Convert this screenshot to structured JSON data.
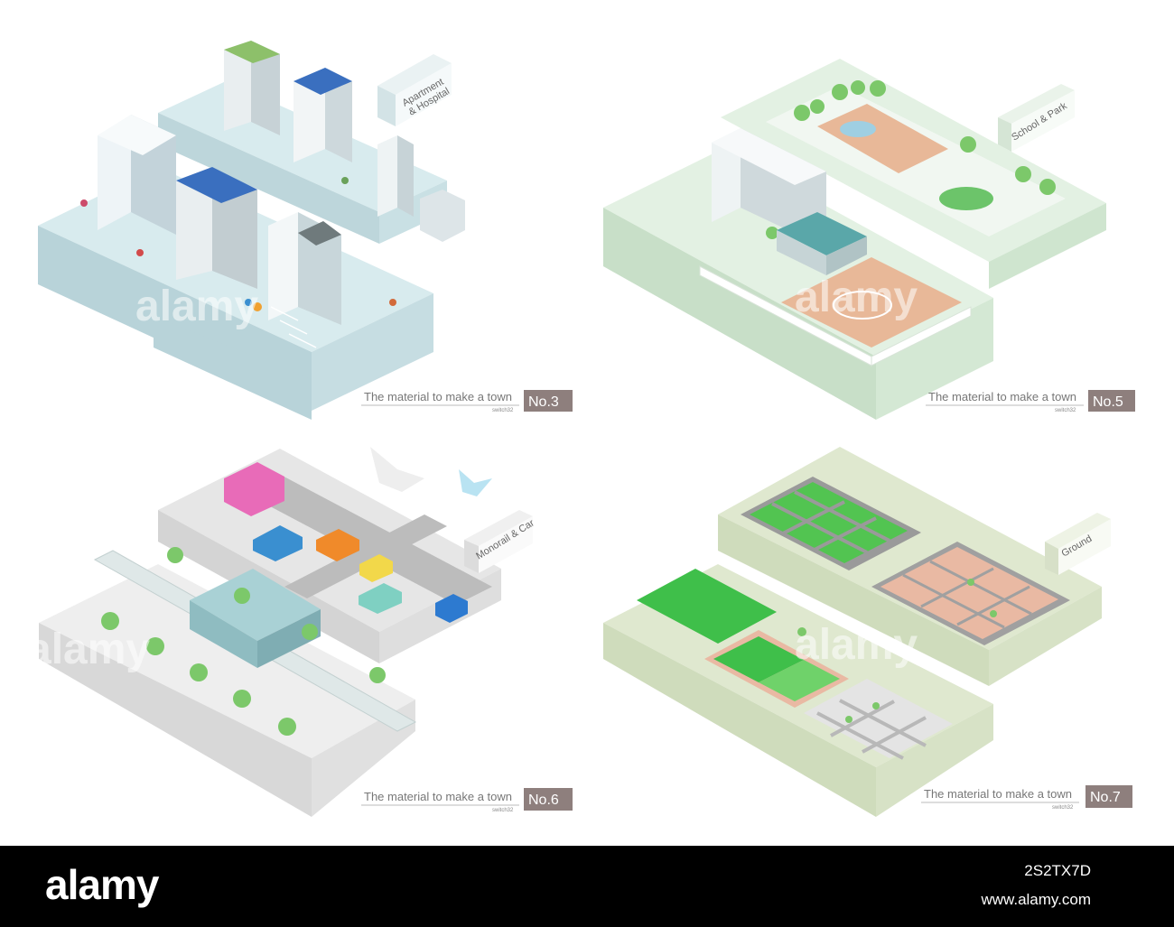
{
  "panels": [
    {
      "label_lines": [
        "Apartment",
        "& Hospital"
      ],
      "caption": "The material to make a town",
      "credit": "switch32",
      "badge": "No.3"
    },
    {
      "label_lines": [
        "School & Park"
      ],
      "caption": "The material to make a town",
      "credit": "switch32",
      "badge": "No.5"
    },
    {
      "label_lines": [
        "Monorail & Car"
      ],
      "caption": "The material to make a town",
      "credit": "switch32",
      "badge": "No.6"
    },
    {
      "label_lines": [
        "Ground"
      ],
      "caption": "The material to make a town",
      "credit": "switch32",
      "badge": "No.7"
    }
  ],
  "watermark": "alamy",
  "footer": {
    "logo": "alamy",
    "image_id": "2S2TX7D",
    "url": "www.alamy.com"
  },
  "colors": {
    "badge": "#8e7f7d",
    "apartment_floor": "#d8ebee",
    "school_floor": "#e3f1e3",
    "road_floor": "#e8e8e8",
    "ground_floor": "#dfe8cf",
    "field_green": "#3fbf4a",
    "sand": "#e9b9a3"
  }
}
